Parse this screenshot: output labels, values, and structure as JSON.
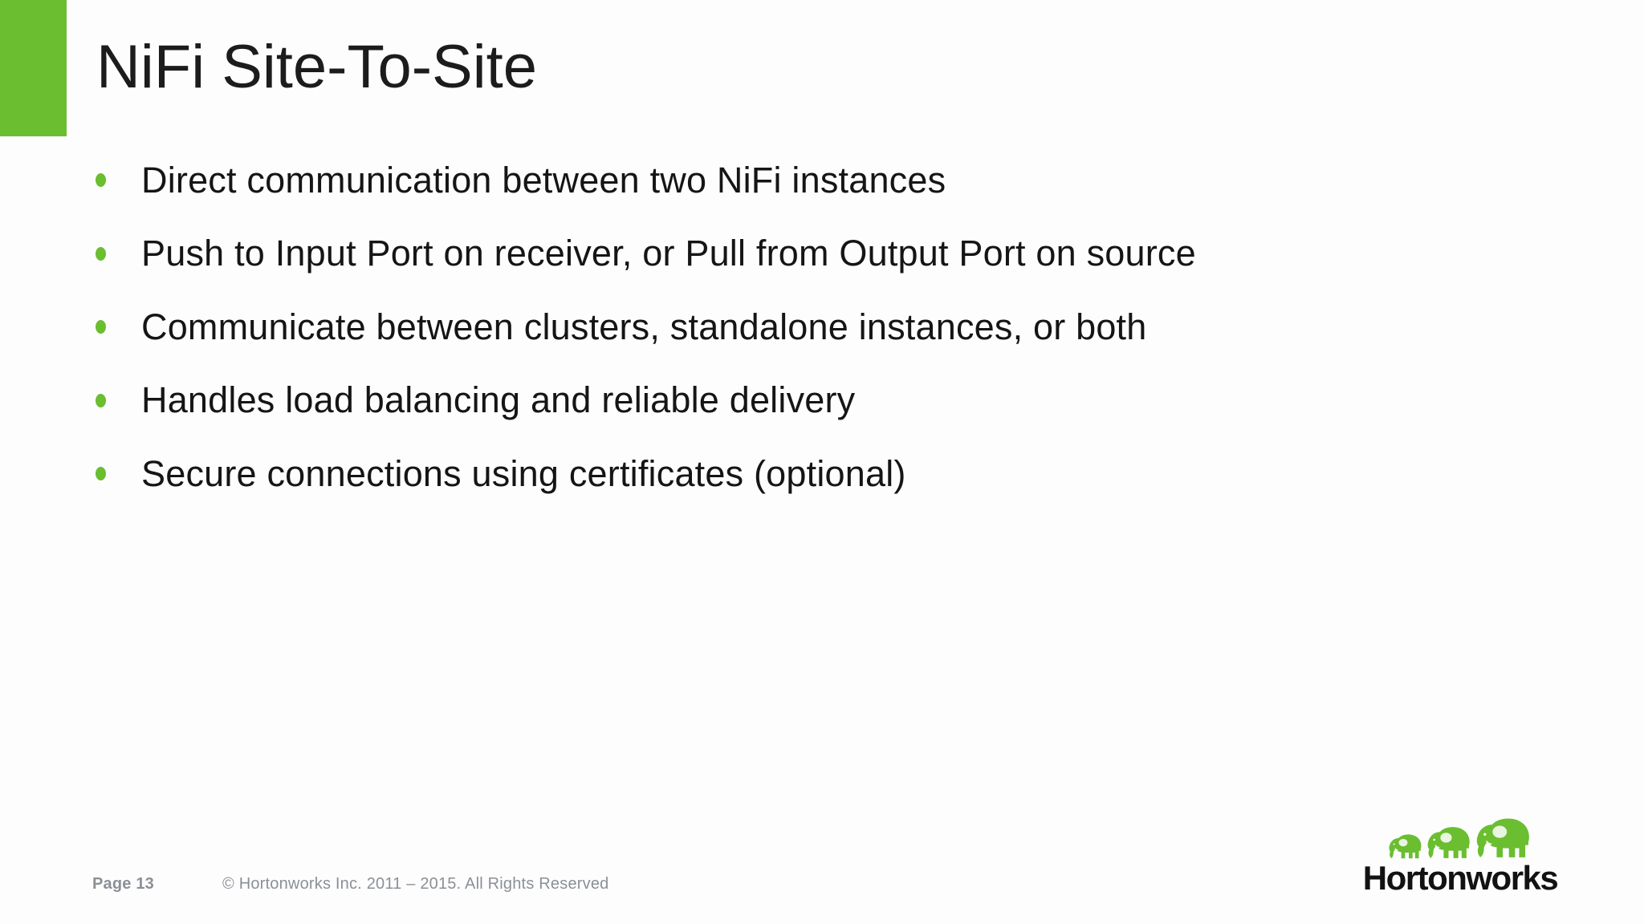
{
  "slide": {
    "title": "NiFi Site-To-Site",
    "bullets": [
      "Direct communication between two NiFi instances",
      "Push to Input Port on receiver, or Pull from Output Port on source",
      "Communicate between clusters, standalone instances, or both",
      "Handles load balancing and reliable delivery",
      "Secure connections using certificates (optional)"
    ]
  },
  "footer": {
    "page_label": "Page 13",
    "copyright": "© Hortonworks Inc. 2011 – 2015. All Rights Reserved"
  },
  "logo": {
    "wordmark": "Hortonworks",
    "icon": "elephant-icon"
  },
  "theme": {
    "accent_green": "#6abe30",
    "title_color": "#1c1c1c",
    "body_text_color": "#151515",
    "footer_text_color": "#8b9096",
    "background": "#fdfdfe",
    "logo_text_color": "#121212"
  }
}
